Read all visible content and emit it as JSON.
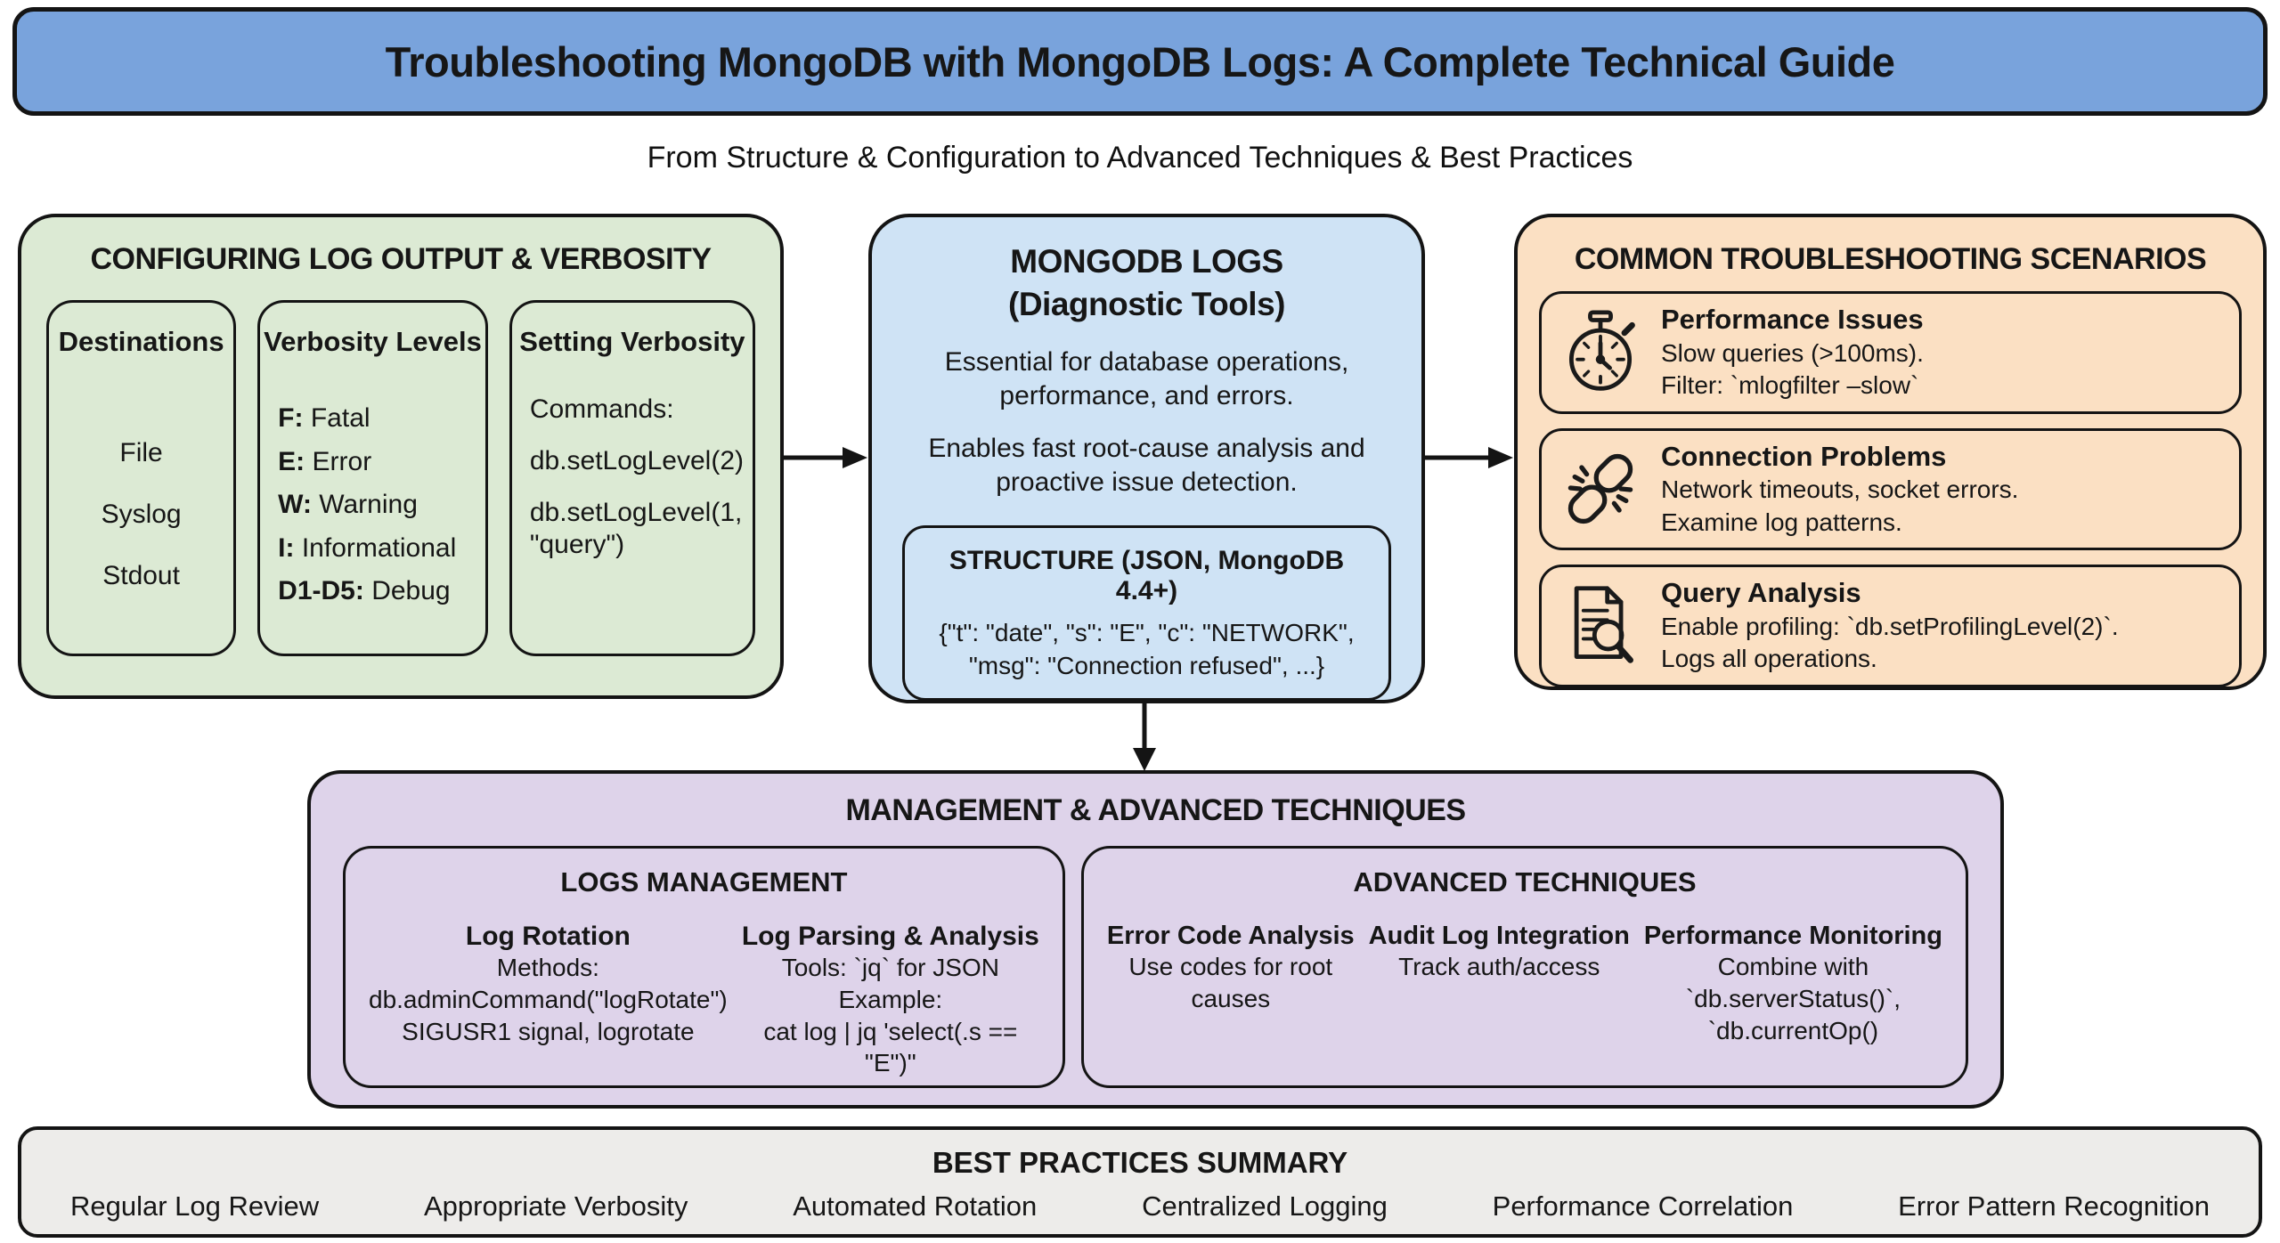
{
  "header": {
    "title": "Troubleshooting MongoDB with MongoDB Logs: A Complete Technical Guide",
    "subtitle": "From Structure & Configuration to Advanced Techniques & Best Practices"
  },
  "colors": {
    "titleblue": "#79a3dc",
    "green": "#dcead4",
    "blue": "#cfe3f5",
    "orange": "#fbe0c3",
    "purple": "#ded3ea",
    "gray": "#edecea"
  },
  "config_box": {
    "title": "CONFIGURING LOG OUTPUT & VERBOSITY",
    "columns": [
      {
        "title": "Destinations",
        "items": [
          "File",
          "Syslog",
          "Stdout"
        ]
      },
      {
        "title": "Verbosity Levels",
        "items": [
          {
            "key": "F:",
            "label": "Fatal"
          },
          {
            "key": "E:",
            "label": "Error"
          },
          {
            "key": "W:",
            "label": "Warning"
          },
          {
            "key": "I:",
            "label": "Informational"
          },
          {
            "key": "D1-D5:",
            "label": "Debug"
          }
        ]
      },
      {
        "title": "Setting Verbosity",
        "lines": [
          "Commands:",
          "db.setLogLevel(2)",
          "db.setLogLevel(1, \"query\")"
        ]
      }
    ]
  },
  "logs_box": {
    "title_line1": "MONGODB LOGS",
    "title_line2": "(Diagnostic Tools)",
    "para1": "Essential for database operations, performance, and errors.",
    "para2": "Enables fast root-cause analysis and proactive issue detection.",
    "structure": {
      "title": "STRUCTURE (JSON, MongoDB 4.4+)",
      "code": "{\"t\": \"date\", \"s\": \"E\", \"c\": \"NETWORK\", \"msg\": \"Connection refused\", ...}"
    }
  },
  "scenarios_box": {
    "title": "COMMON TROUBLESHOOTING SCENARIOS",
    "items": [
      {
        "icon": "stopwatch-icon",
        "title": "Performance Issues",
        "lines": [
          "Slow queries (>100ms).",
          "Filter: `mlogfilter –slow`"
        ]
      },
      {
        "icon": "broken-link-icon",
        "title": "Connection Problems",
        "lines": [
          "Network timeouts, socket errors.",
          "Examine log patterns."
        ]
      },
      {
        "icon": "document-search-icon",
        "title": "Query Analysis",
        "lines": [
          "Enable profiling: `db.setProfilingLevel(2)`.",
          "Logs all operations."
        ]
      }
    ]
  },
  "management_box": {
    "title": "MANAGEMENT & ADVANCED TECHNIQUES",
    "logs_management": {
      "title": "LOGS MANAGEMENT",
      "columns": [
        {
          "title": "Log Rotation",
          "lines": [
            "Methods:",
            "db.adminCommand(\"logRotate\")",
            "SIGUSR1 signal, logrotate"
          ]
        },
        {
          "title": "Log Parsing & Analysis",
          "lines": [
            "Tools: `jq` for JSON",
            "Example:",
            "cat log | jq 'select(.s == \"E\")\""
          ]
        }
      ]
    },
    "advanced_techniques": {
      "title": "ADVANCED TECHNIQUES",
      "columns": [
        {
          "title": "Error Code Analysis",
          "lines": [
            "Use codes for root",
            "causes",
            ""
          ]
        },
        {
          "title": "Audit Log Integration",
          "lines": [
            "Track auth/access",
            "",
            ""
          ]
        },
        {
          "title": "Performance Monitoring",
          "lines": [
            "Combine with",
            "`db.serverStatus()`,",
            "`db.currentOp()"
          ]
        }
      ]
    }
  },
  "best_practices": {
    "title": "BEST PRACTICES SUMMARY",
    "items": [
      "Regular Log Review",
      "Appropriate Verbosity",
      "Automated Rotation",
      "Centralized Logging",
      "Performance Correlation",
      "Error Pattern Recognition"
    ]
  }
}
